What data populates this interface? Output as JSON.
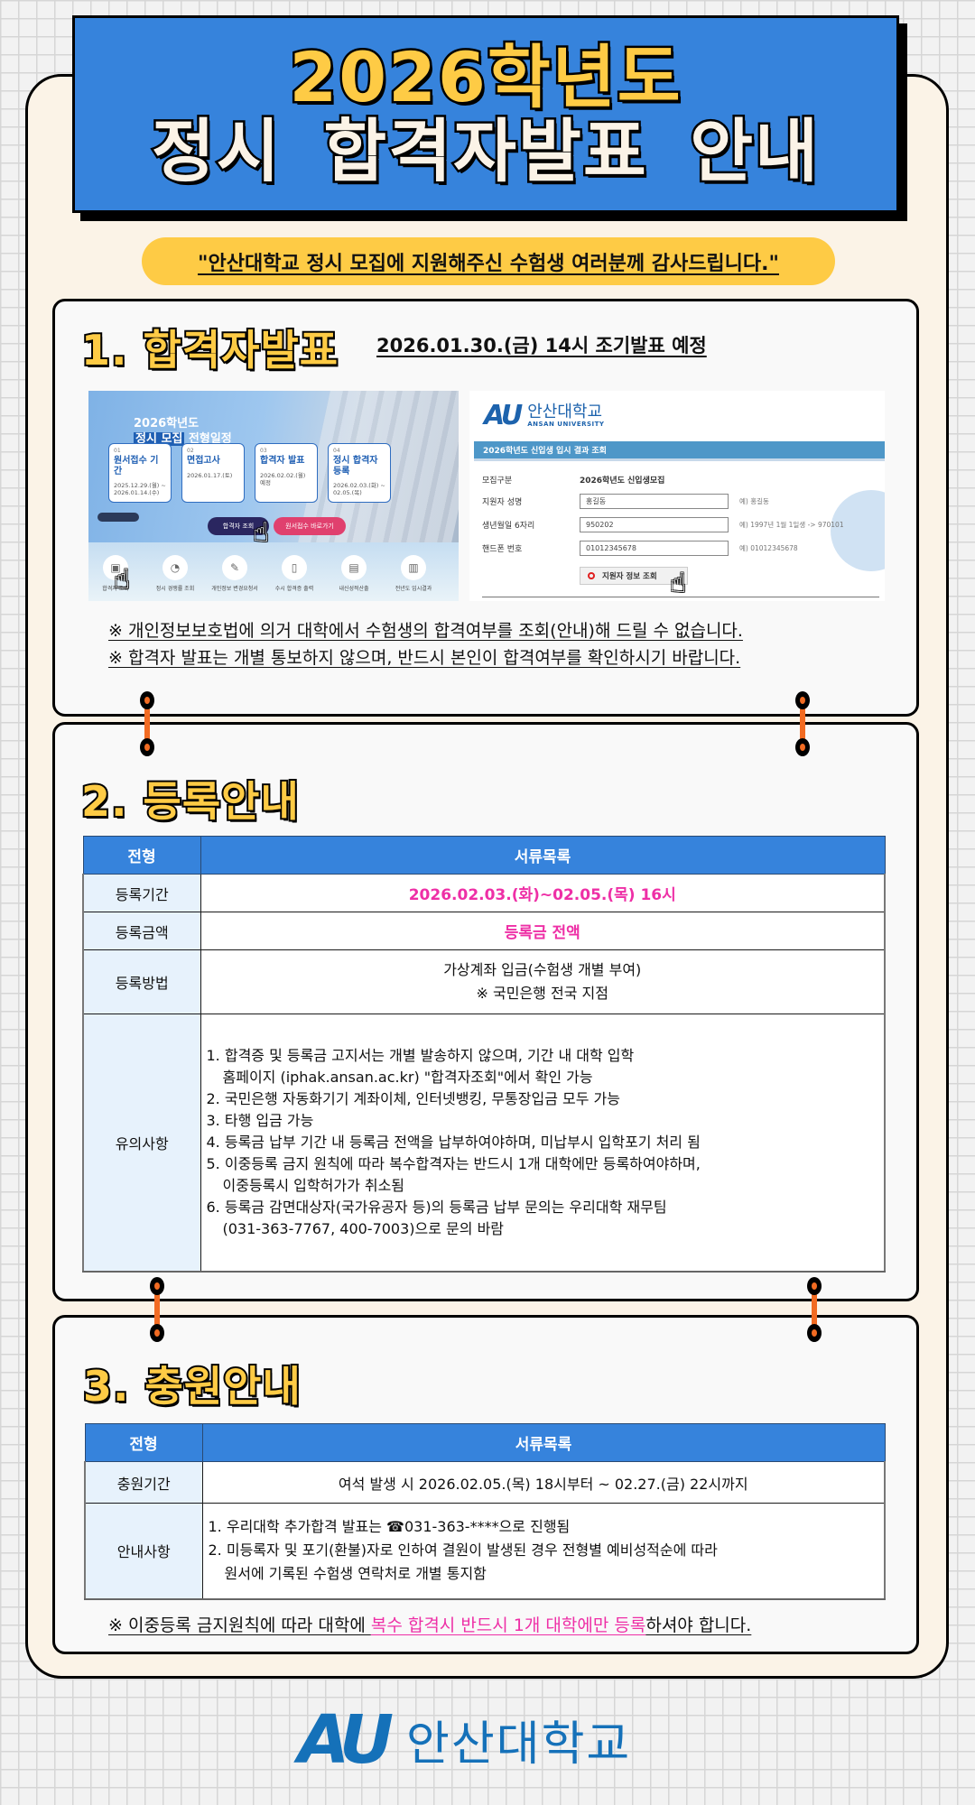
{
  "header": {
    "title_line1": "2026학년도",
    "title_line2": "정시 합격자발표 안내",
    "thanks": "\"안산대학교 정시 모집에 지원해주신 수험생 여러분께 감사드립니다.\""
  },
  "section1": {
    "title": "1. 합격자발표",
    "subtitle": "2026.01.30.(금) 14시 조기발표 예정",
    "website": {
      "hero_year": "2026학년도",
      "hero_title_highlight": "정시 모집",
      "hero_title_rest": " 전형일정",
      "steps": [
        {
          "no": "01",
          "name": "원서접수 기간",
          "date": "2025.12.29.(월) ~ 2026.01.14.(수)"
        },
        {
          "no": "02",
          "name": "면접고사",
          "date": "2026.01.17.(토)"
        },
        {
          "no": "03",
          "name": "합격자 발표",
          "date": "2026.02.02.(월) 예정"
        },
        {
          "no": "04",
          "name": "정시 합격자 등록",
          "date": "2026.02.03.(화) ~ 02.05.(목)"
        }
      ],
      "btn_lookup": "합격자 조회",
      "btn_apply": "원서접수 바로가기",
      "quick_links": [
        {
          "icon": "monitor-icon",
          "label": "합격자 조회"
        },
        {
          "icon": "chart-icon",
          "label": "정시 경쟁률 조회"
        },
        {
          "icon": "edit-icon",
          "label": "개인정보 변경요청서"
        },
        {
          "icon": "door-icon",
          "label": "수시 합격증 출력"
        },
        {
          "icon": "calculator-icon",
          "label": "내신성적산출"
        },
        {
          "icon": "result-icon",
          "label": "전년도 입시결과"
        }
      ]
    },
    "lookup_form": {
      "logo_mark": "AU",
      "logo_name": "안산대학교",
      "logo_en": "ANSAN UNIVERSITY",
      "bar_title": "2026학년도 신입생 입시 결과 조회",
      "rows": [
        {
          "label": "모집구분",
          "value": "2026학년도 신입생모집",
          "example": ""
        },
        {
          "label": "지원자 성명",
          "value": "홍길동",
          "example": "예) 홍길동"
        },
        {
          "label": "생년월일 6자리",
          "value": "950202",
          "example": "예) 1997년 1월 1일생 -> 970101"
        },
        {
          "label": "핸드폰 번호",
          "value": "01012345678",
          "example": "예) 01012345678"
        }
      ],
      "search_button": "지원자 정보 조회"
    },
    "notes": [
      "※ 개인정보보호법에 의거 대학에서 수험생의 합격여부를 조회(안내)해 드릴 수 없습니다.",
      "※ 합격자 발표는 개별 통보하지 않으며, 반드시 본인이 합격여부를 확인하시기 바랍니다."
    ]
  },
  "section2": {
    "title": "2. 등록안내",
    "table": {
      "headers": [
        "전형",
        "서류목록"
      ],
      "rows": [
        {
          "label": "등록기간",
          "value": "2026.02.03.(화)~02.05.(목) 16시"
        },
        {
          "label": "등록금액",
          "value": "등록금 전액"
        },
        {
          "label": "등록방법",
          "value_line1": "가상계좌 입금(수험생 개별 부여)",
          "value_line2": "※ 국민은행 전국 지점"
        },
        {
          "label": "유의사항",
          "items": [
            "1. 합격증 및 등록금 고지서는 개별 발송하지 않으며, 기간 내 대학 입학",
            "홈페이지 (iphak.ansan.ac.kr) \"합격자조회\"에서 확인 가능",
            "2. 국민은행 자동화기기 계좌이체, 인터넷뱅킹, 무통장입금 모두 가능",
            "3. 타행 입금 가능",
            "4. 등록금 납부 기간 내 등록금 전액을 납부하여야하며, 미납부시 입학포기 처리 됨",
            "5. 이중등록 금지 원칙에 따라 복수합격자는 반드시 1개 대학에만 등록하여야하며,",
            "이중등록시 입학허가가 취소됨",
            "6. 등록금 감면대상자(국가유공자 등)의 등록금 납부 문의는 우리대학 재무팀",
            "(031-363-7767, 400-7003)으로 문의 바람"
          ]
        }
      ]
    }
  },
  "section3": {
    "title": "3. 충원안내",
    "table": {
      "headers": [
        "전형",
        "서류목록"
      ],
      "rows": [
        {
          "label": "충원기간",
          "value": "여석 발생 시 2026.02.05.(목) 18시부터 ~ 02.27.(금) 22시까지"
        },
        {
          "label": "안내사항",
          "items": [
            "1. 우리대학 추가합격 발표는 ☎031-363-****으로 진행됨",
            "2. 미등록자 및 포기(환불)자로 인하여 결원이 발생된 경우 전형별 예비성적순에 따라",
            "원서에 기록된 수험생 연락처로 개별 통지함"
          ]
        }
      ]
    },
    "final_note": {
      "prefix": "※ 이중등록 금지원칙에 따라 대학에 ",
      "highlight": "복수 합격시 반드시 1개 대학에만 등록",
      "suffix": "하셔야 합니다."
    }
  },
  "footer": {
    "logo_mark": "AU",
    "logo_name": "안산대학교"
  },
  "colors": {
    "banner_blue": "#3683dc",
    "accent_yellow": "#fecb45",
    "cream": "#fbf3e7",
    "highlight_pink": "#ee2fa6",
    "ring_orange": "#f26b22",
    "logo_blue": "#1571b9"
  }
}
